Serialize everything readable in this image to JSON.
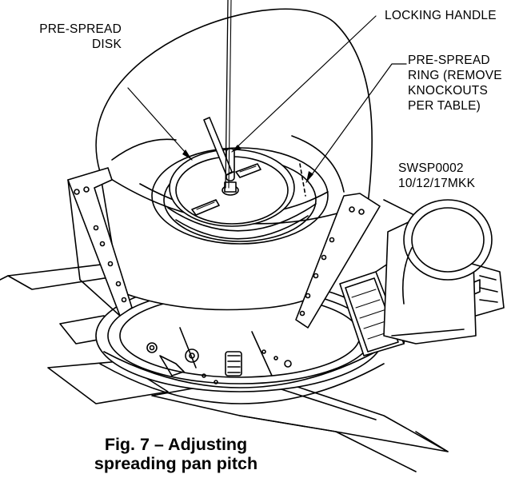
{
  "labels": {
    "pre_spread_disk": [
      "PRE-SPREAD",
      "DISK"
    ],
    "locking_handle": "LOCKING HANDLE",
    "pre_spread_ring": [
      "PRE-SPREAD",
      "RING (REMOVE",
      "KNOCKOUTS",
      "PER TABLE)"
    ],
    "drawing_id": [
      "SWSP0002",
      "10/12/17MKK"
    ]
  },
  "caption": [
    "Fig. 7 – Adjusting",
    "spreading pan pitch"
  ]
}
